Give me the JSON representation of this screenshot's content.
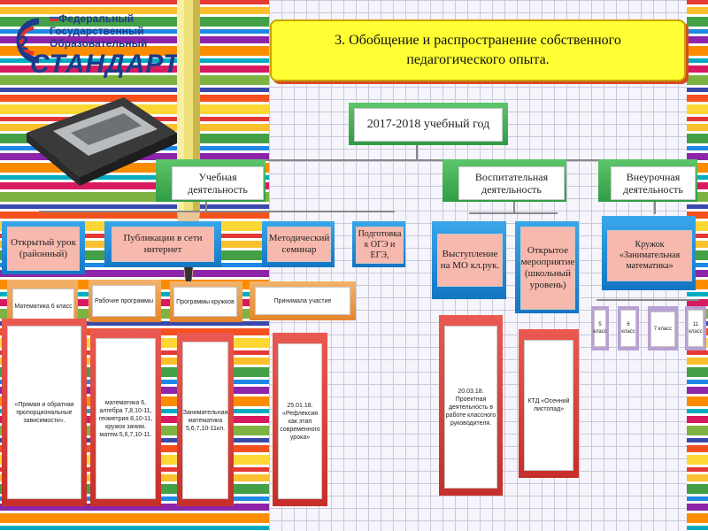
{
  "logo": {
    "line1": "Федеральный",
    "line2": "Государственный",
    "line3": "Образовательный",
    "brand": "СТАНДАРТ"
  },
  "title": "3. Обобщение и распространение собственного педагогического опыта.",
  "root": "2017-2018 учебный год",
  "categories": {
    "study": "Учебная деятельность",
    "upbringing": "Воспитательная деятельность",
    "extracurricular": "Внеурочная деятельность"
  },
  "level2": {
    "open_lesson": "Открытый урок (районный)",
    "publications": "Публикации в сети интернет",
    "method_seminar": "Методический семинар",
    "exam_prep": "Подготовка к ОГЭ и ЕГЭ,",
    "mo_speech": "Выступление на МО кл.рук.",
    "open_event": "Открытое мероприятие (школьный уровень)",
    "club": "Кружок «Занимательная математика»"
  },
  "level3": {
    "math6": "Математика 6 класс",
    "work_programs": "Рабочие программы",
    "club_programs": "Программы кружков",
    "participated": "Принимала участие"
  },
  "details": {
    "direct_inverse": "«Прямая и обратная пропорциональные зависимости».",
    "programs_list": "математика 6, алгебра 7,8,10-11, геометрия 8,10-11, кружок заним. матем.5,6,7,10-11.",
    "club_list": "Занимательная математика 5,6,7,10-11кл.",
    "reflection": "25.01.18. «Рефлексия как этап современного урока»",
    "class_teacher": "20.03.18. Проектная деятельность в работе классного руководителя.",
    "ktd": "КТД «Осенний листопад»"
  },
  "grades": [
    "5 класс",
    "6 класс",
    "7 класс",
    "11 класс"
  ],
  "colors": {
    "title_bg": "#ffff33",
    "green": "#2f9c45",
    "blue": "#1476c3",
    "orange": "#e5862c",
    "red": "#c62f29",
    "purple": "#b9a0d3",
    "pink": "#f7b8ad"
  },
  "icons": {
    "pencil": "pencil-icon",
    "sharpener": "sharpener-icon",
    "emblem": "emblem-icon",
    "flag": "flag-icon"
  }
}
